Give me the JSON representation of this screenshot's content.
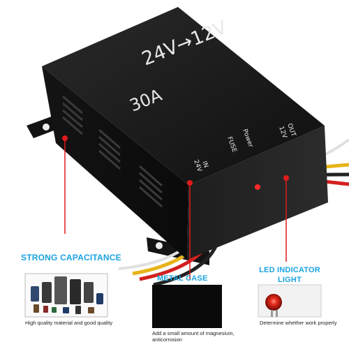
{
  "device": {
    "top_label_voltage": "24V→12V",
    "top_label_current": "30A",
    "side_label_out": "OUT\n12V",
    "side_label_power": "Power",
    "side_label_fuse": "FUSE",
    "side_label_in": "IN\n24V",
    "led_color": "#e01b1b",
    "box_color": "#1a1a1a"
  },
  "callouts": {
    "capacitance": {
      "title": "STRONG CAPACITANCE",
      "caption": "High quality material and good quality"
    },
    "metal_case": {
      "title": "METAL CASE",
      "caption": "Add a small amount of magnesium, anticorrosion"
    },
    "led": {
      "title": "LED INDICATOR\nLIGHT",
      "caption": "Determine whether work properly"
    }
  },
  "colors": {
    "accent_blue": "#1aa3e0",
    "pointer_red": "#e01b1b"
  }
}
